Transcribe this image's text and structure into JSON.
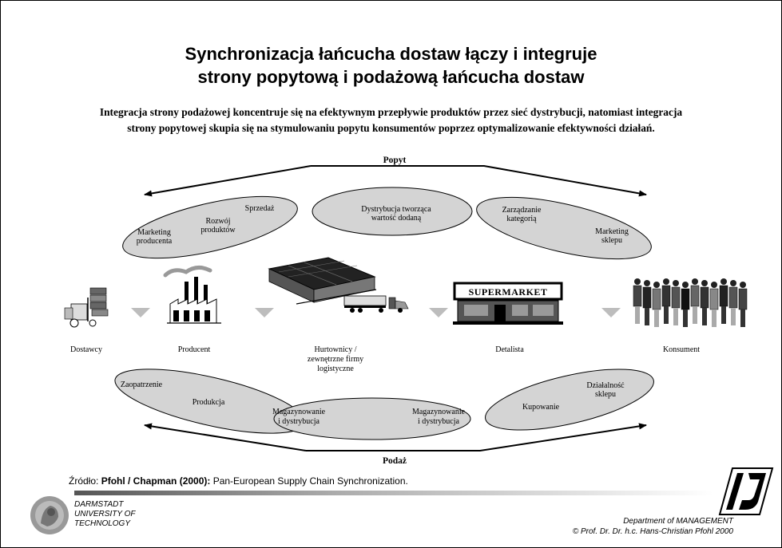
{
  "title_line1": "Synchronizacja łańcucha dostaw łączy i integruje",
  "title_line2": "strony popytową i podażową łańcucha dostaw",
  "subtitle_line1": "Integracja strony podażowej koncentruje się na efektywnym przepływie produktów przez sieć dystrybucji, natomiast integracja",
  "subtitle_line2": "strony popytowej skupia się na stymulowaniu popytu konsumentów poprzez optymalizowanie efektywności działań.",
  "popyt": "Popyt",
  "podaz": "Podaż",
  "demand": {
    "marketing_producenta": [
      "Marketing",
      "producenta"
    ],
    "rozwoj_produktow": [
      "Rozwój",
      "produktów"
    ],
    "sprzedaz": "Sprzedaż",
    "dystrybucja": [
      "Dystrybucja tworząca",
      "wartość dodaną"
    ],
    "zarzadzanie": [
      "Zarządzanie",
      "kategorią"
    ],
    "marketing_sklepu": [
      "Marketing",
      "sklepu"
    ]
  },
  "chain": {
    "dostawcy": "Dostawcy",
    "producent": "Producent",
    "hurtownicy": [
      "Hurtownicy /",
      "zewnętrzne firmy",
      "logistyczne"
    ],
    "detalista": "Detalista",
    "konsument": "Konsument",
    "supermarket_sign": "SUPERMARKET"
  },
  "supply": {
    "zaopatrzenie": "Zaopatrzenie",
    "produkcja": "Produkcja",
    "magazynowanie1": [
      "Magazynowanie",
      "i dystrybucja"
    ],
    "magazynowanie2": [
      "Magazynowanie",
      "i dystrybucja"
    ],
    "kupowanie": "Kupowanie",
    "dzialalnosc": [
      "Działalność",
      "sklepu"
    ]
  },
  "source": {
    "prefix": "Źródło: ",
    "bold": "Pfohl / Chapman (2000):",
    "rest": " Pan-European Supply Chain Synchronization."
  },
  "university": [
    "DARMSTADT",
    "UNIVERSITY OF",
    "TECHNOLOGY"
  ],
  "department": "Department of MANAGEMENT",
  "copyright": "© Prof. Dr. Dr. h.c. Hans-Christian Pfohl 2000",
  "colors": {
    "ellipse_fill": "#d4d4d4",
    "triangle": "#bdbdbd"
  }
}
